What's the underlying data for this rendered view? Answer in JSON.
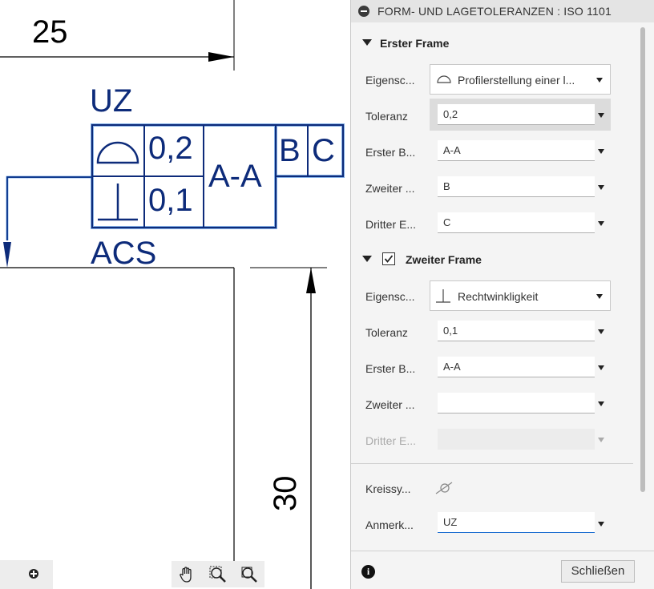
{
  "drawing": {
    "dim_horizontal": "25",
    "dim_vertical": "30",
    "fcf_top_label": "UZ",
    "fcf_bottom_label": "ACS",
    "frame1_tolerance": "0,2",
    "frame2_tolerance": "0,1",
    "primary_datum": "A-A",
    "secondary_datum": "B",
    "tertiary_datum": "C"
  },
  "panel": {
    "title": "FORM- UND LAGETOLERANZEN : ISO 1101",
    "first_frame": {
      "title": "Erster Frame",
      "property_label": "Eigensc...",
      "property_value": "Profilerstellung einer l...",
      "property_icon": "profile-of-surface-icon",
      "tolerance_label": "Toleranz",
      "tolerance_value": "0,2",
      "primary_label": "Erster B...",
      "primary_value": "A-A",
      "secondary_label": "Zweiter ...",
      "secondary_value": "B",
      "tertiary_label": "Dritter E...",
      "tertiary_value": "C"
    },
    "second_frame": {
      "title": "Zweiter Frame",
      "enabled": true,
      "property_label": "Eigensc...",
      "property_value": "Rechtwinkligkeit",
      "property_icon": "perpendicularity-icon",
      "tolerance_label": "Toleranz",
      "tolerance_value": "0,1",
      "primary_label": "Erster B...",
      "primary_value": "A-A",
      "secondary_label": "Zweiter ...",
      "secondary_value": "",
      "tertiary_label": "Dritter E...",
      "tertiary_value": ""
    },
    "circle_symbol_label": "Kreissy...",
    "note_label": "Anmerk...",
    "note_value": "UZ",
    "close_button": "Schließen"
  },
  "colors": {
    "fcf_blue": "#0d2b7a",
    "fcf_outline": "#1f6fd1",
    "panel_bg": "#f4f4f4"
  }
}
